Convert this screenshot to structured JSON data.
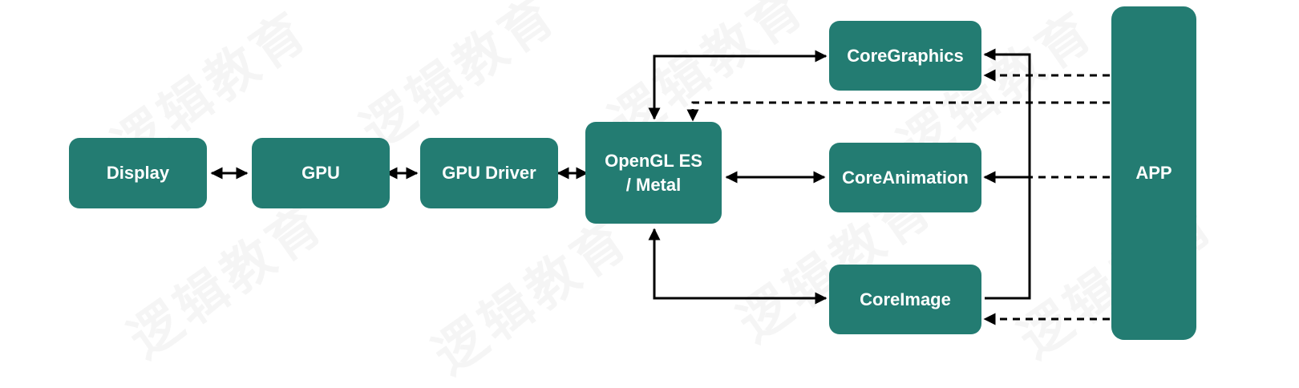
{
  "nodes": {
    "display": "Display",
    "gpu": "GPU",
    "gpu_driver": "GPU Driver",
    "opengl_line1": "OpenGL ES",
    "opengl_line2": "/ Metal",
    "core_graphics": "CoreGraphics",
    "core_animation": "CoreAnimation",
    "core_image": "CoreImage",
    "app": "APP"
  },
  "watermark": "逻辑教育",
  "colors": {
    "node_fill": "#237c72",
    "node_text": "#ffffff",
    "edge": "#000000"
  }
}
